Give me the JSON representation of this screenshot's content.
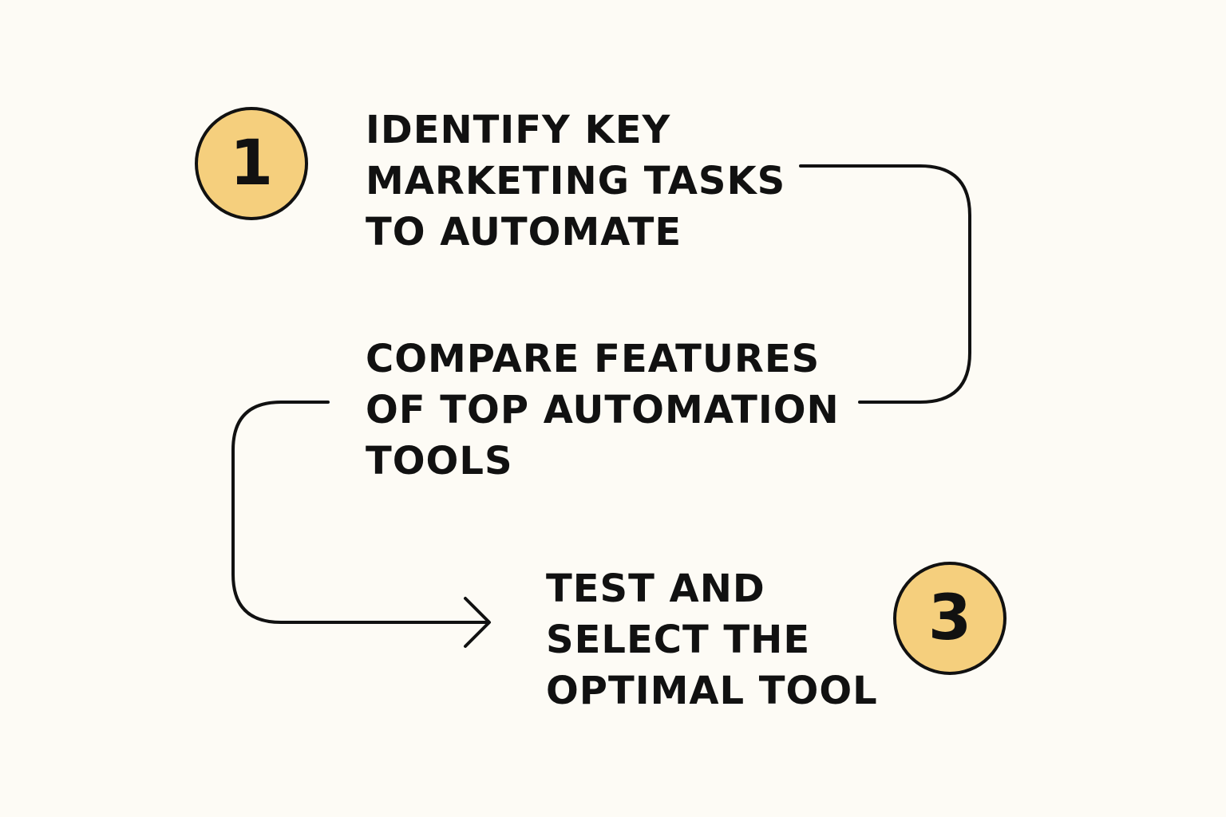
{
  "colors": {
    "background": "#fdfbf5",
    "badge_fill": "#f5cf7d",
    "ink": "#111111"
  },
  "steps": [
    {
      "number": "1",
      "lines": [
        "IDENTIFY KEY",
        "MARKETING TASKS",
        "TO AUTOMATE"
      ]
    },
    {
      "lines": [
        "COMPARE FEATURES",
        "OF TOP AUTOMATION",
        "TOOLS"
      ]
    },
    {
      "number": "3",
      "lines": [
        "TEST AND",
        "SELECT THE",
        "OPTIMAL TOOL"
      ]
    }
  ]
}
